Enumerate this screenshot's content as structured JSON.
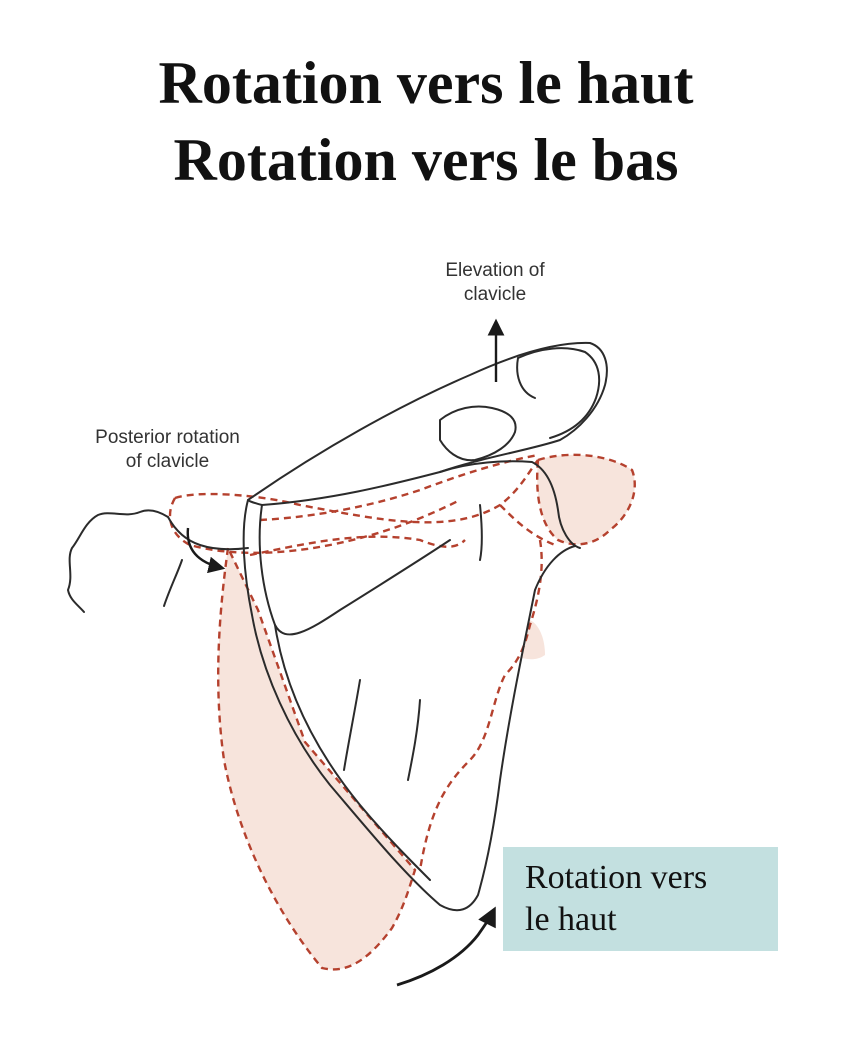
{
  "title": {
    "line1": "Rotation vers le haut",
    "line2": "Rotation vers le bas"
  },
  "labels": {
    "elevation": [
      "Elevation of",
      "clavicle"
    ],
    "posterior": [
      "Posterior rotation",
      "of clavicle"
    ]
  },
  "callout": {
    "line1": "Rotation vers",
    "line2": "le haut",
    "background": "#c3e0e0"
  },
  "colors": {
    "solid_outline": "#2b2b2b",
    "dashed_outline": "#b5412e",
    "shaded_fill": "#f7e4dc"
  }
}
